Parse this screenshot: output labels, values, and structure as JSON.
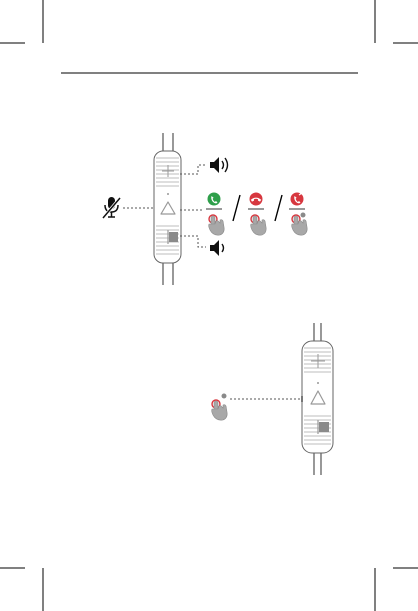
{
  "colors": {
    "answer_green": "#2e9f4a",
    "end_red": "#d7373f",
    "press_ring_red": "#d7373f",
    "finger_gray": "#a8a8a8",
    "line_dark": "#222222"
  },
  "icons": {
    "volume_up": "volume-up-icon",
    "volume_down": "volume-down-icon",
    "mic_mute": "mic-mute-icon",
    "answer_call": "answer-call-icon",
    "end_call": "end-call-icon",
    "reject_call": "reject-call-icon",
    "finger_press": "finger-press-icon",
    "voice_assistant_button": "triangle-button-icon"
  },
  "controls": {
    "top_remote": {
      "buttons": [
        "volume-up",
        "multifunction",
        "volume-down"
      ],
      "actions": [
        {
          "icon": "answer-call-icon",
          "press_count": 1,
          "hold": false
        },
        {
          "icon": "end-call-icon",
          "press_count": 1,
          "hold": false
        },
        {
          "icon": "reject-call-icon",
          "press_count": 1,
          "hold": true
        }
      ]
    },
    "bottom_remote": {
      "action": {
        "icon": "finger-press-icon",
        "press_count": 1,
        "hold": true
      }
    }
  }
}
